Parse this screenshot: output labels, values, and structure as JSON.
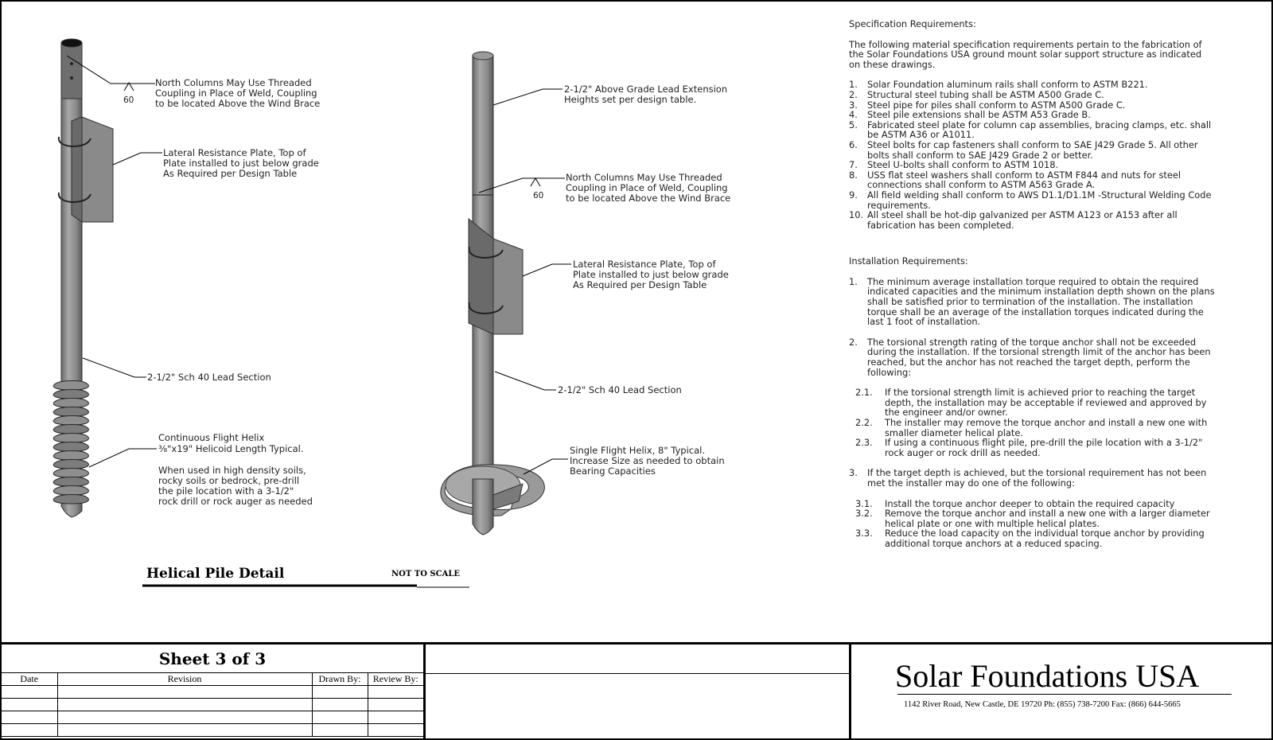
{
  "left_pile": {
    "note_coupling": [
      "North Columns May Use Threaded",
      "Coupling in Place of Weld, Coupling",
      "to be located Above the Wind Brace"
    ],
    "weld_symbol": "60",
    "note_plate": [
      "Lateral Resistance Plate, Top of",
      "Plate installed to just below grade",
      "As Required per Design Table"
    ],
    "note_lead": "2-1/2\" Sch 40 Lead Section",
    "note_helix": [
      "Continuous Flight Helix",
      "⅜\"x19\" Helicoid Length Typical."
    ],
    "note_soil": [
      "When used in high density soils,",
      "rocky soils or bedrock, pre-drill",
      "the pile location with a 3-1/2\"",
      "rock drill or rock auger as needed"
    ]
  },
  "right_pile": {
    "note_extension": [
      "2-1/2\" Above Grade Lead Extension",
      "Heights set per design table."
    ],
    "note_coupling": [
      "North Columns May Use Threaded",
      "Coupling in Place of Weld, Coupling",
      "to be located Above the Wind Brace"
    ],
    "weld_symbol": "60",
    "note_plate": [
      "Lateral Resistance Plate, Top of",
      "Plate installed to just below grade",
      "As Required per Design Table"
    ],
    "note_lead": "2-1/2\" Sch 40 Lead Section",
    "note_helix": [
      "Single Flight Helix, 8\" Typical.",
      "Increase Size as needed to obtain",
      "Bearing Capacities"
    ]
  },
  "detail_title": "Helical Pile Detail",
  "scale_note": "NOT TO SCALE",
  "specs": {
    "heading": "Specification Requirements:",
    "intro": "The following material specification requirements pertain to the fabrication of the Solar Foundations USA ground mount solar support structure as indicated on these drawings.",
    "items": [
      {
        "n": "1.",
        "t": "Solar Foundation aluminum rails shall conform to ASTM B221."
      },
      {
        "n": "2.",
        "t": "Structural steel tubing shall be ASTM A500 Grade C."
      },
      {
        "n": "3.",
        "t": "Steel pipe for piles shall conform to ASTM A500 Grade C."
      },
      {
        "n": "4.",
        "t": "Steel pile extensions shall be ASTM A53 Grade B."
      },
      {
        "n": "5.",
        "t": "Fabricated steel plate for column cap assemblies, bracing clamps, etc. shall be ASTM A36 or A1011."
      },
      {
        "n": "6.",
        "t": "Steel bolts for cap fasteners shall conform to SAE J429 Grade 5.  All other bolts shall conform to SAE J429 Grade 2 or better."
      },
      {
        "n": "7.",
        "t": "Steel U-bolts shall conform to ASTM 1018."
      },
      {
        "n": "8.",
        "t": "USS flat steel washers shall conform to ASTM F844 and nuts for steel connections shall conform to ASTM A563 Grade A."
      },
      {
        "n": "9.",
        "t": "All field welding shall conform to AWS D1.1/D1.1M -Structural Welding Code requirements."
      },
      {
        "n": "10.",
        "t": "All steel shall be hot-dip galvanized per ASTM A123 or A153 after all fabrication has been completed."
      }
    ]
  },
  "install": {
    "heading": "Installation Requirements:",
    "item1": {
      "n": "1.",
      "t": "The minimum average installation torque required to obtain the required indicated capacities and the minimum installation depth shown on the plans shall be satisfied prior to termination of the installation.  The installation torque shall be an average of the installation torques indicated during the last 1 foot of installation."
    },
    "item2": {
      "n": "2.",
      "t": "The torsional strength rating of the torque anchor shall not be exceeded during the installation.  If the torsional strength limit of the anchor has been reached, but the anchor has not reached the target depth, perform the following:"
    },
    "sub2": [
      {
        "n": "2.1.",
        "t": "If the torsional strength limit is achieved prior to reaching the target depth, the installation may be acceptable if reviewed and approved by the engineer and/or owner."
      },
      {
        "n": "2.2.",
        "t": "The installer may remove the torque anchor and install a new one with smaller diameter helical plate."
      },
      {
        "n": "2.3.",
        "t": "If using a continuous flight pile, pre-drill the pile location with a 3-1/2\" rock auger or rock drill as needed."
      }
    ],
    "item3": {
      "n": "3.",
      "t": "If the target depth is achieved, but the torsional requirement has not been met the installer may do one of the following:"
    },
    "sub3": [
      {
        "n": "3.1.",
        "t": "Install the torque anchor deeper to obtain the required capacity"
      },
      {
        "n": "3.2.",
        "t": "Remove the torque anchor and install a new one with a larger diameter helical plate or one with multiple helical plates."
      },
      {
        "n": "3.3.",
        "t": "Reduce the load capacity on the individual torque anchor by providing additional torque anchors at a reduced spacing."
      }
    ]
  },
  "titleblock": {
    "sheet": "Sheet 3 of 3",
    "columns": [
      "Date",
      "Revision",
      "Drawn By:",
      "Review By:"
    ],
    "company": "Solar Foundations USA",
    "address": "1142 River Road, New Castle, DE 19720  Ph: (855) 738-7200  Fax: (866) 644-5665"
  },
  "colors": {
    "steel": "#8a8a8a",
    "steel_dark": "#4d4d4d",
    "steel_light": "#b5b5b5",
    "ink": "#000000"
  }
}
